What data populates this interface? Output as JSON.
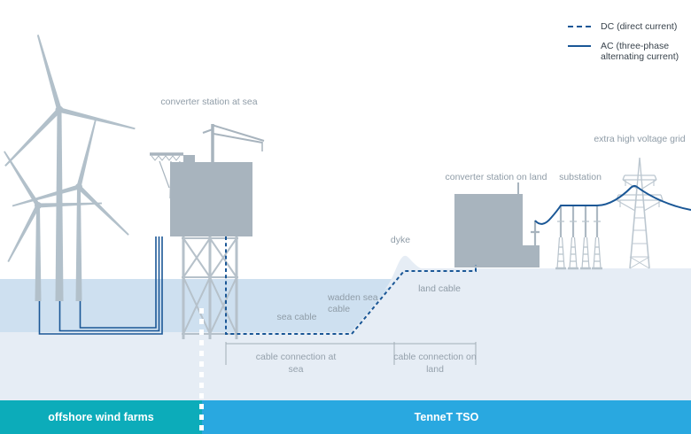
{
  "legend": {
    "dc_label": "DC (direct current)",
    "ac_label": "AC (three-phase alternating current)"
  },
  "labels": {
    "converter_station_sea": "converter station at sea",
    "sea_cable": "sea cable",
    "wadden_sea_cable": "wadden sea cable",
    "dyke": "dyke",
    "land_cable": "land cable",
    "converter_station_land": "converter station on land",
    "substation": "substation",
    "extra_high_voltage_grid": "extra high voltage grid",
    "cable_connection_at_sea": "cable connection at sea",
    "cable_connection_on_land": "cable connection on land"
  },
  "footer": {
    "left_label": "offshore wind farms",
    "right_label": "TenneT TSO"
  },
  "colors": {
    "cable_blue": "#1a5796",
    "structure_gray": "#a8b4be",
    "lattice_gray": "#b8c3cc",
    "water": "#cee0f0",
    "underground": "#e6edf5",
    "footer_teal": "#0cacba",
    "footer_blue": "#29a8e0",
    "label_gray": "#8f9ca7"
  }
}
